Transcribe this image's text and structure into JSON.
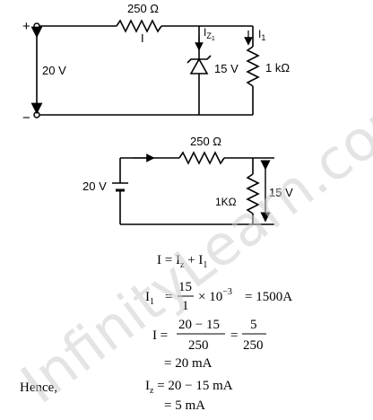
{
  "watermark": "InfinityLearn.com",
  "circuit1": {
    "resistor_series": "250 Ω",
    "current_total": "I",
    "current_zener_main": "I",
    "current_zener_sub": "Z",
    "current_zener_subsub": "1",
    "current_load_main": "I",
    "current_load_sub": "1",
    "source_voltage": "20 V",
    "zener_voltage": "15 V",
    "load_resistor": "1 kΩ",
    "terminal_plus": "+",
    "terminal_minus": "−"
  },
  "circuit2": {
    "resistor_series": "250 Ω",
    "source_voltage": "20 V",
    "load_resistor": "1KΩ",
    "load_voltage": "15 V"
  },
  "solution": {
    "eq1_left": "I = I",
    "eq1_sub_z": "z",
    "eq1_plus": " + I",
    "eq1_sub_1": "1",
    "eq2_left": "I",
    "eq2_sub": "1",
    "eq2_eq": "=",
    "eq2_num": "15",
    "eq2_den": "1",
    "eq2_times": "× 10",
    "eq2_exp": "−3",
    "eq2_result": "= 1500A",
    "eq3_left": "I =",
    "eq3_num1": "20 − 15",
    "eq3_den1": "250",
    "eq3_eq": "=",
    "eq3_num2": "5",
    "eq3_den2": "250",
    "eq4": "= 20 mA",
    "hence_label": "Hence,",
    "eq5_left": "I",
    "eq5_sub": "z",
    "eq5_right": " = 20 − 15 mA",
    "eq6": "= 5 mA"
  }
}
